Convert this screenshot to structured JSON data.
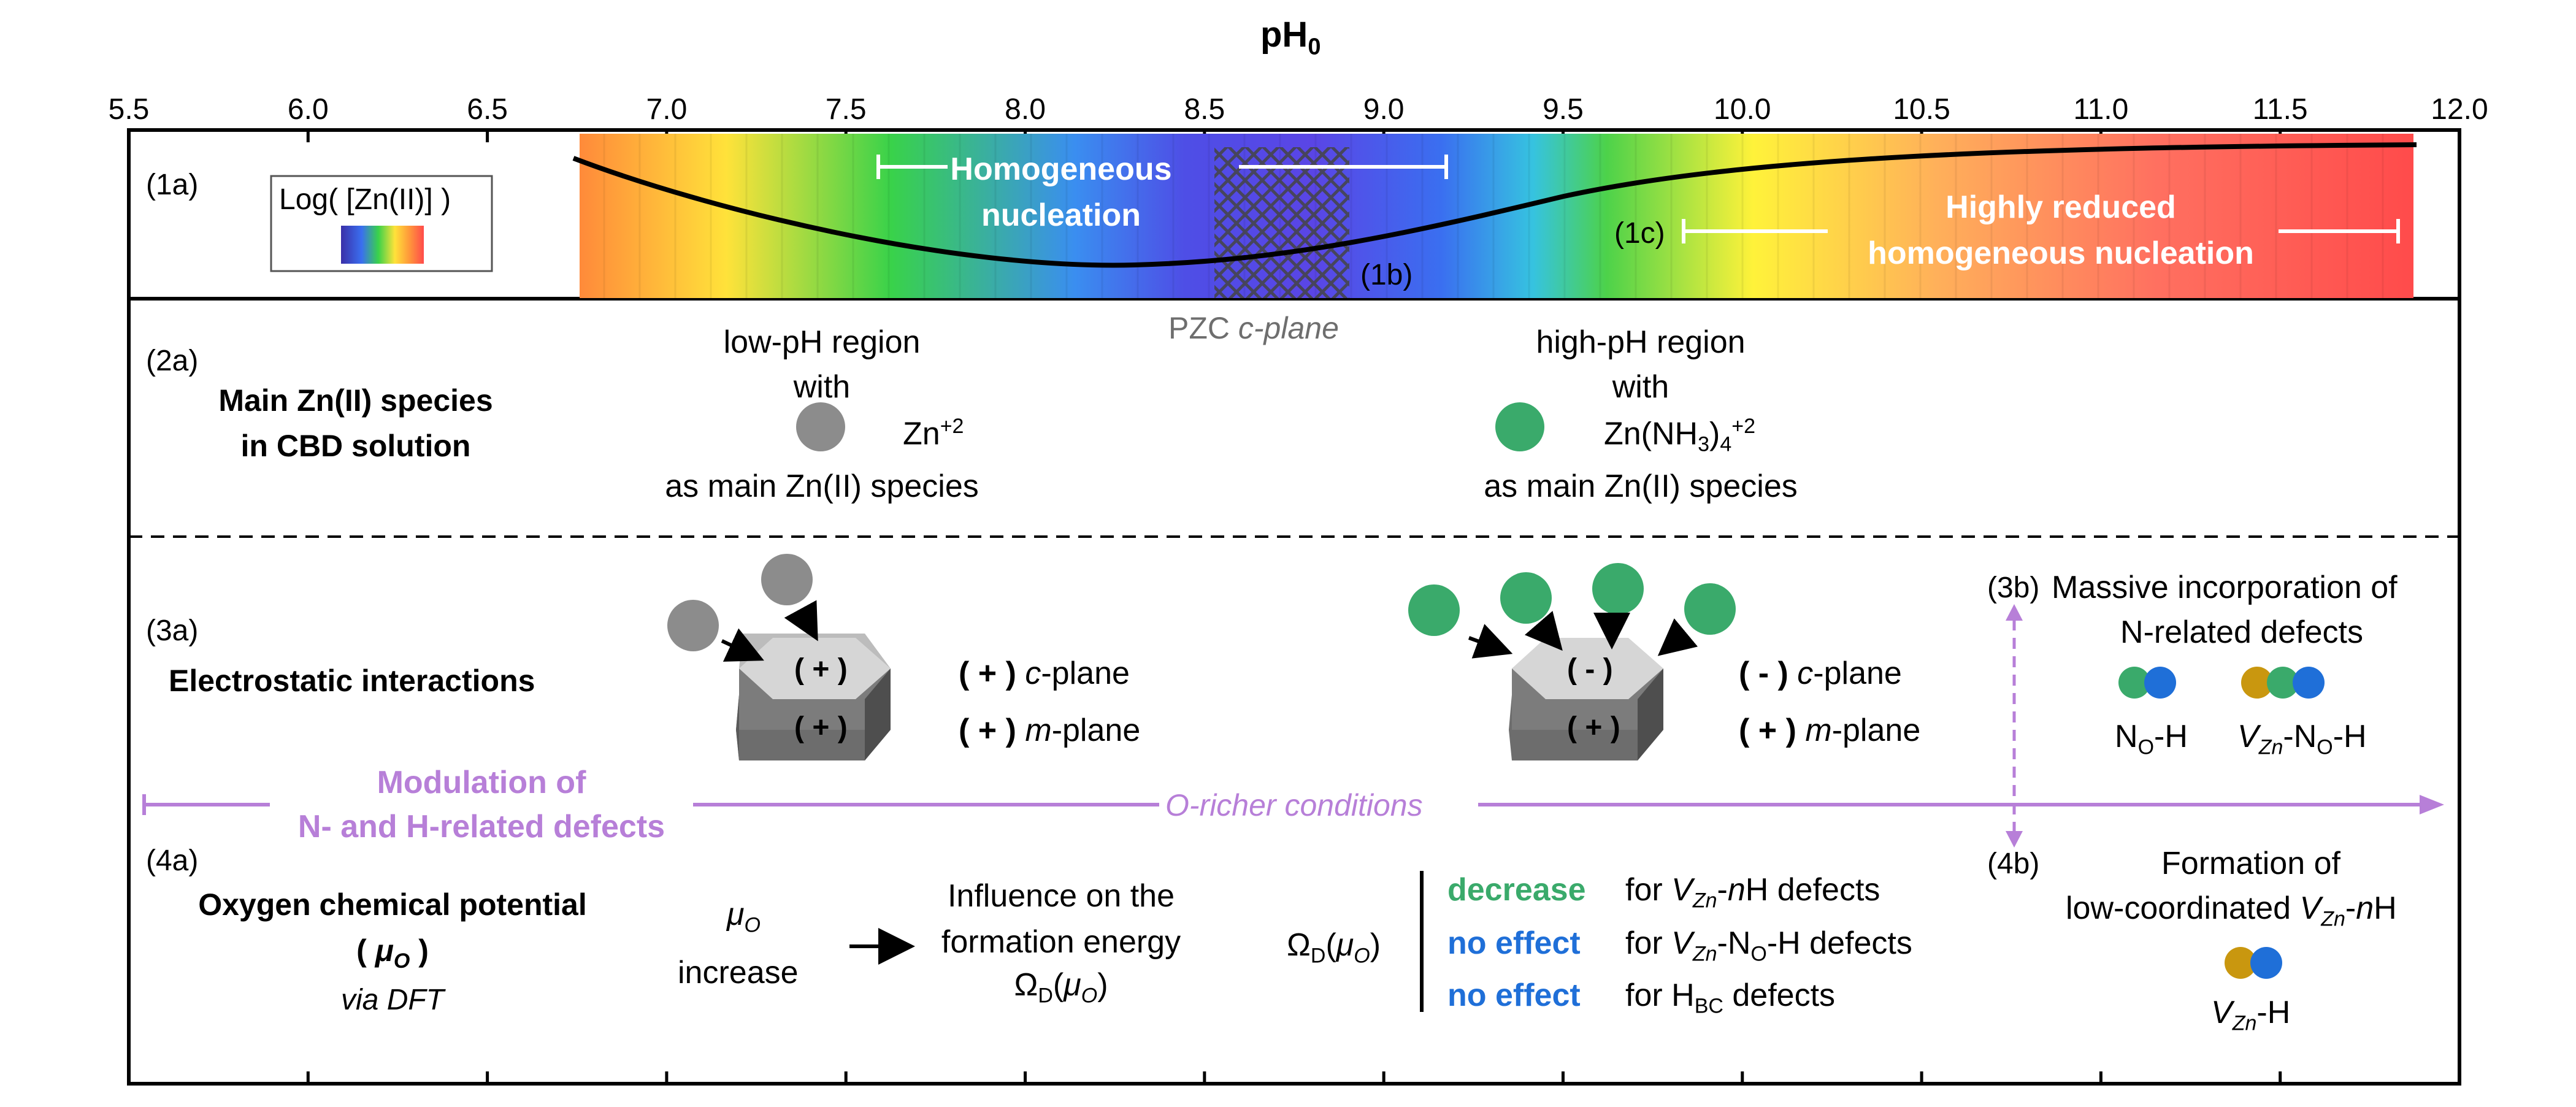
{
  "header": {
    "axis_title": "pH",
    "axis_title_sub": "0",
    "ticks": [
      "5.5",
      "6.0",
      "6.5",
      "7.0",
      "7.5",
      "8.0",
      "8.5",
      "9.0",
      "9.5",
      "10.0",
      "10.5",
      "11.0",
      "11.5",
      "12.0"
    ]
  },
  "colors": {
    "green_species": "#3aaa6b",
    "gray_species": "#8c8c8c",
    "blue_species": "#1f6fd8",
    "gold_species": "#c9970f",
    "purple_arrow": "#b77fd8",
    "gradient_stops": [
      "#ff8a3a",
      "#ffe23a",
      "#39d24a",
      "#3a8ef0",
      "#4e4ee6",
      "#5a45e6",
      "#3a6ff0",
      "#36c3e0",
      "#4dd24a",
      "#fff23a",
      "#ffb05a",
      "#ff7060",
      "#ff4b4b"
    ]
  },
  "panel1": {
    "tag": "(1a)",
    "legend_title": "Log( [Zn(II)] )",
    "homog_line1": "Homogeneous",
    "homog_line2": "nucleation",
    "tag_1b": "(1b)",
    "tag_1c": "(1c)",
    "reduced_line1": "Highly reduced",
    "reduced_line2": "homogeneous nucleation",
    "pzc_prefix": "PZC ",
    "pzc_italic": "c-plane"
  },
  "panel2": {
    "tag": "(2a)",
    "title_line1": "Main Zn(II) species",
    "title_line2": "in CBD solution",
    "low": {
      "line1": "low-pH region",
      "line2": "with",
      "species": "Zn",
      "charge": "+2",
      "line4": "as main Zn(II) species"
    },
    "high": {
      "line1": "high-pH region",
      "line2": "with",
      "species_a": "Zn(NH",
      "species_sub": "3",
      "species_b": ")",
      "species_sub2": "4",
      "charge": "+2",
      "line4": "as main Zn(II) species"
    }
  },
  "panel3": {
    "tag": "(3a)",
    "title": "Electrostatic interactions",
    "left_hex": {
      "top": "( + )",
      "front": "( + )"
    },
    "right_hex": {
      "top": "( - )",
      "front": "( + )"
    },
    "left_c_sign": "( + )",
    "left_c_plane": "c",
    "left_c_suffix": "-plane",
    "left_m_sign": "( + )",
    "left_m_plane": "m",
    "left_m_suffix": "-plane",
    "right_c_sign": "( - )",
    "right_c_plane": "c",
    "right_c_suffix": "-plane",
    "right_m_sign": "( + )",
    "right_m_plane": "m",
    "right_m_suffix": "-plane",
    "tag_3b": "(3b)",
    "massive_line1": "Massive incorporation of",
    "massive_line2": "N-related defects",
    "defect1_a": "N",
    "defect1_sub": "O",
    "defect1_b": "-H",
    "defect2_a": "V",
    "defect2_sub": "Zn",
    "defect2_b": "-N",
    "defect2_sub2": "O",
    "defect2_c": "-H"
  },
  "arrow": {
    "mod_line1": "Modulation of",
    "mod_line2": "N- and H-related defects",
    "o_richer": "O-richer conditions"
  },
  "panel4": {
    "tag": "(4a)",
    "title_line1": "Oxygen chemical potential",
    "title_mu_open": "( ",
    "title_mu": "μ",
    "title_mu_sub": "O",
    "title_mu_close": " )",
    "via": "via DFT",
    "mu_symbol": "μ",
    "mu_sub": "O",
    "increase": "increase",
    "influence_line1": "Influence on the",
    "influence_line2": "formation energy",
    "omega": "Ω",
    "omega_sub": "D",
    "omega_paren_open": "(",
    "omega_mu": "μ",
    "omega_mu_sub": "O",
    "omega_paren_close": ")",
    "effects": [
      {
        "label": "decrease",
        "text_a": "for ",
        "v": "V",
        "v_sub": "Zn",
        "text_b": "-",
        "n": "n",
        "text_c": "H defects"
      },
      {
        "label": "no effect",
        "text_a": "for ",
        "v": "V",
        "v_sub": "Zn",
        "text_b": "-N",
        "n_sub": "O",
        "text_c": "-H defects"
      },
      {
        "label": "no effect",
        "text_a": "for H",
        "h_sub": "BC",
        "text_c": " defects"
      }
    ],
    "tag_4b": "(4b)",
    "formation_line1": "Formation of",
    "formation_line2a": "low-coordinated ",
    "formation_v": "V",
    "formation_v_sub": "Zn",
    "formation_suffix_a": "-",
    "formation_n": "n",
    "formation_suffix_b": "H",
    "vzn_h_v": "V",
    "vzn_h_sub": "Zn",
    "vzn_h_suffix": "-H"
  }
}
